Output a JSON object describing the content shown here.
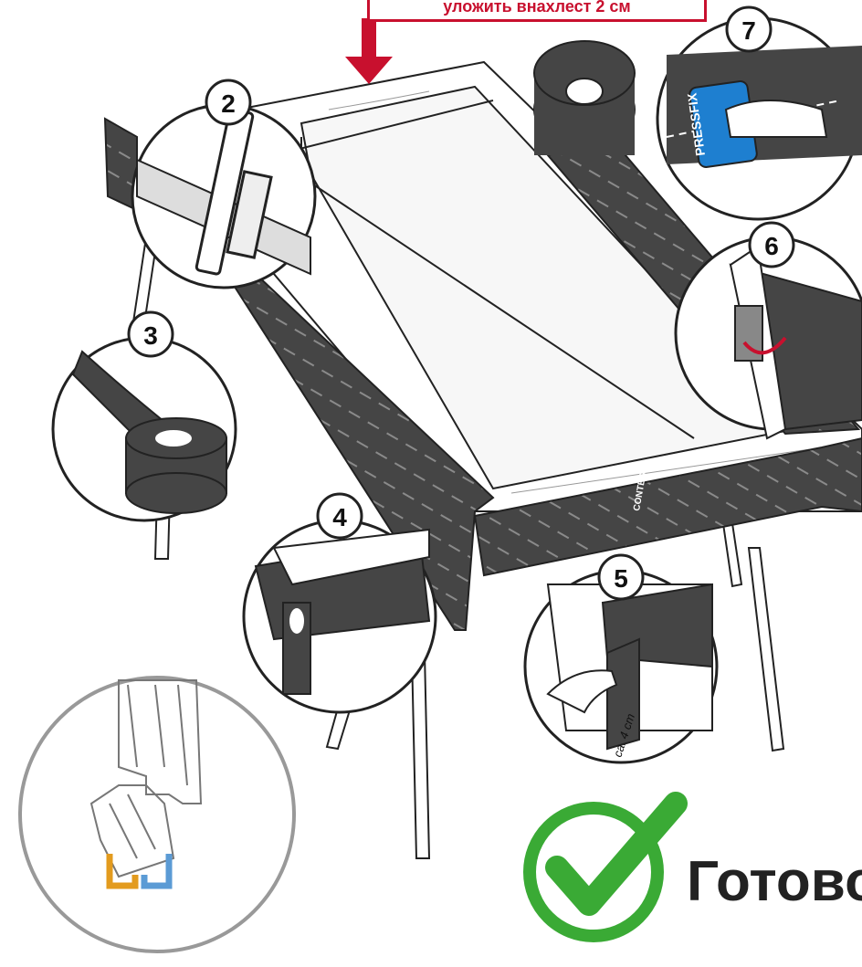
{
  "callout": {
    "text": "уложить внахлест 2 см",
    "color": "#c8102e"
  },
  "steps": [
    {
      "number": "2",
      "tool": "brush-icon"
    },
    {
      "number": "3",
      "tool": "tape-roll-icon"
    },
    {
      "number": "4",
      "tool": "corner-fold-icon"
    },
    {
      "number": "5",
      "tool": "hand-icon",
      "measure": "ca. 4 cm"
    },
    {
      "number": "6",
      "tool": "corner-fold-icon"
    },
    {
      "number": "7",
      "tool": "pressfix-icon"
    }
  ],
  "tape_brand": "CONTEGA",
  "pressfix_label": "PRESSFIX",
  "done_label": "Готово",
  "colors": {
    "tape": "#454545",
    "accent_red": "#c8102e",
    "check_green": "#3aaa35",
    "pressfix_blue": "#1e7fd0",
    "section_orange": "#e39b1e",
    "section_blue": "#5b9bd5"
  }
}
